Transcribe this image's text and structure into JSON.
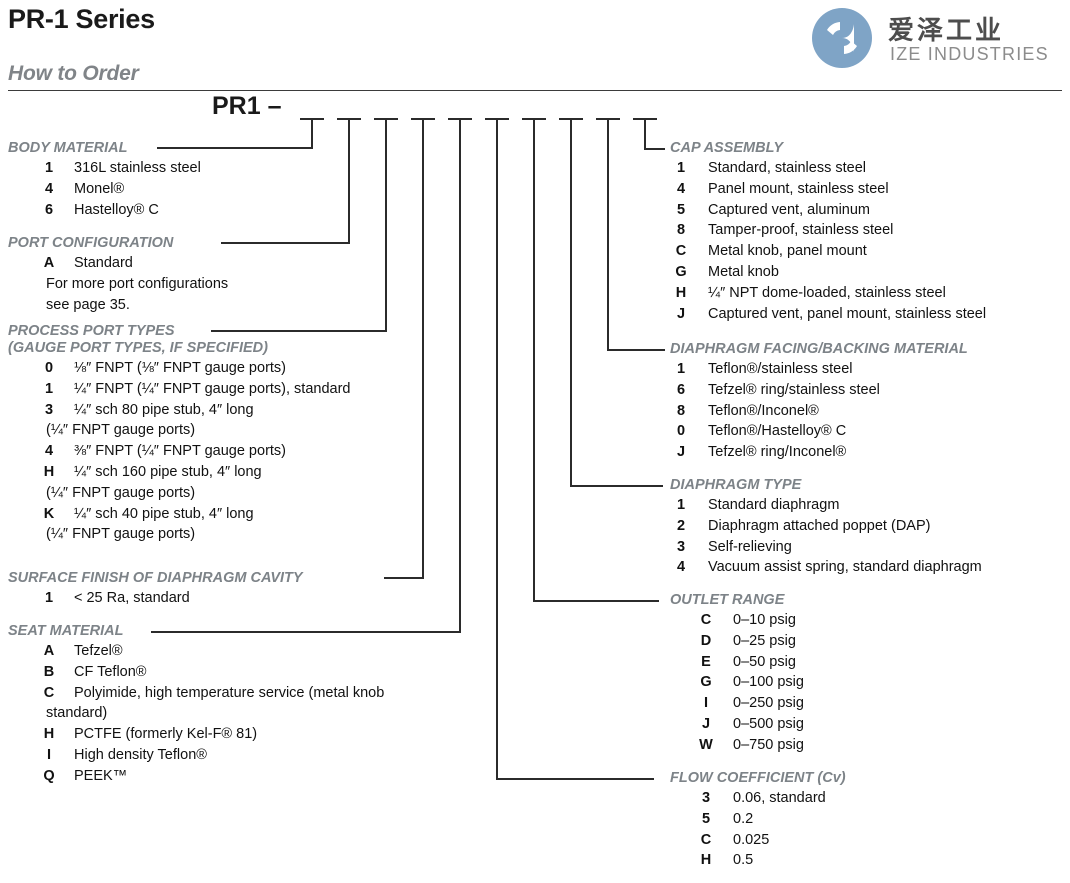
{
  "header": {
    "title": "PR-1 Series",
    "subtitle": "How to Order",
    "part_prefix": "PR1 –",
    "slot_count": 10
  },
  "logo": {
    "mark": "ize-circle-logo",
    "cn_name": "爱泽工业",
    "en_name": "IZE INDUSTRIES",
    "circle_color": "#7fa4c6"
  },
  "colors": {
    "heading": "#7d8388",
    "text": "#111111",
    "rule": "#3b3b3b"
  },
  "sections": {
    "body_material": {
      "heading": "BODY MATERIAL",
      "rows": [
        {
          "code": "1",
          "desc": "316L stainless steel"
        },
        {
          "code": "4",
          "desc": "Monel®"
        },
        {
          "code": "6",
          "desc": "Hastelloy® C"
        }
      ]
    },
    "port_configuration": {
      "heading": "PORT CONFIGURATION",
      "rows": [
        {
          "code": "A",
          "desc": "Standard"
        }
      ],
      "note_line1": "For more port configurations",
      "note_line2": "see page 35."
    },
    "process_port_types": {
      "heading": "PROCESS PORT TYPES",
      "heading2": "(GAUGE PORT TYPES, IF SPECIFIED)",
      "rows": [
        {
          "code": "0",
          "desc": "⅛″ FNPT (⅛″ FNPT gauge ports)"
        },
        {
          "code": "1",
          "desc": "¼″ FNPT (¼″ FNPT gauge ports), standard"
        },
        {
          "code": "3",
          "desc": "¼″ sch 80 pipe stub, 4″ long",
          "cont": "(¼″ FNPT gauge ports)"
        },
        {
          "code": "4",
          "desc": "⅜″ FNPT (¼″ FNPT gauge ports)"
        },
        {
          "code": "H",
          "desc": "¼″ sch 160 pipe stub, 4″ long",
          "cont": "(¼″ FNPT gauge ports)"
        },
        {
          "code": "K",
          "desc": "¼″ sch 40 pipe stub, 4″ long",
          "cont": "(¼″ FNPT gauge ports)"
        }
      ]
    },
    "surface_finish": {
      "heading": "SURFACE FINISH OF DIAPHRAGM CAVITY",
      "rows": [
        {
          "code": "1",
          "desc": "< 25 Ra, standard"
        }
      ]
    },
    "seat_material": {
      "heading": "SEAT MATERIAL",
      "rows": [
        {
          "code": "A",
          "desc": "Tefzel®"
        },
        {
          "code": "B",
          "desc": "CF Teflon®"
        },
        {
          "code": "C",
          "desc": "Polyimide, high temperature service (metal knob",
          "cont": "standard)"
        },
        {
          "code": "H",
          "desc": "PCTFE (formerly Kel-F® 81)"
        },
        {
          "code": "I",
          "desc": "High density Teflon®"
        },
        {
          "code": "Q",
          "desc": "PEEK™"
        }
      ]
    },
    "cap_assembly": {
      "heading": "CAP ASSEMBLY",
      "rows": [
        {
          "code": "1",
          "desc": "Standard, stainless steel"
        },
        {
          "code": "4",
          "desc": "Panel mount, stainless steel"
        },
        {
          "code": "5",
          "desc": "Captured vent, aluminum"
        },
        {
          "code": "8",
          "desc": "Tamper-proof, stainless steel"
        },
        {
          "code": "C",
          "desc": "Metal knob, panel mount"
        },
        {
          "code": "G",
          "desc": "Metal knob"
        },
        {
          "code": "H",
          "desc": "¼″ NPT dome-loaded, stainless steel"
        },
        {
          "code": "J",
          "desc": "Captured vent, panel mount, stainless steel"
        }
      ]
    },
    "diaphragm_facing": {
      "heading": "DIAPHRAGM FACING/BACKING MATERIAL",
      "rows": [
        {
          "code": "1",
          "desc": "Teflon®/stainless steel"
        },
        {
          "code": "6",
          "desc": "Tefzel® ring/stainless steel"
        },
        {
          "code": "8",
          "desc": "Teflon®/Inconel®"
        },
        {
          "code": "0",
          "desc": "Teflon®/Hastelloy® C"
        },
        {
          "code": "J",
          "desc": "Tefzel® ring/Inconel®"
        }
      ]
    },
    "diaphragm_type": {
      "heading": "DIAPHRAGM TYPE",
      "rows": [
        {
          "code": "1",
          "desc": "Standard diaphragm"
        },
        {
          "code": "2",
          "desc": "Diaphragm attached poppet (DAP)"
        },
        {
          "code": "3",
          "desc": "Self-relieving"
        },
        {
          "code": "4",
          "desc": "Vacuum assist spring, standard diaphragm"
        }
      ]
    },
    "outlet_range": {
      "heading": "OUTLET RANGE",
      "rows": [
        {
          "code": "C",
          "desc": "0–10 psig"
        },
        {
          "code": "D",
          "desc": "0–25 psig"
        },
        {
          "code": "E",
          "desc": "0–50 psig"
        },
        {
          "code": "G",
          "desc": "0–100 psig"
        },
        {
          "code": "I",
          "desc": "0–250 psig"
        },
        {
          "code": "J",
          "desc": "0–500 psig"
        },
        {
          "code": "W",
          "desc": "0–750 psig"
        }
      ]
    },
    "flow_coefficient": {
      "heading": "FLOW COEFFICIENT (Cv)",
      "rows": [
        {
          "code": "3",
          "desc": "0.06, standard"
        },
        {
          "code": "5",
          "desc": "0.2"
        },
        {
          "code": "C",
          "desc": "0.025"
        },
        {
          "code": "H",
          "desc": "0.5"
        }
      ]
    }
  }
}
